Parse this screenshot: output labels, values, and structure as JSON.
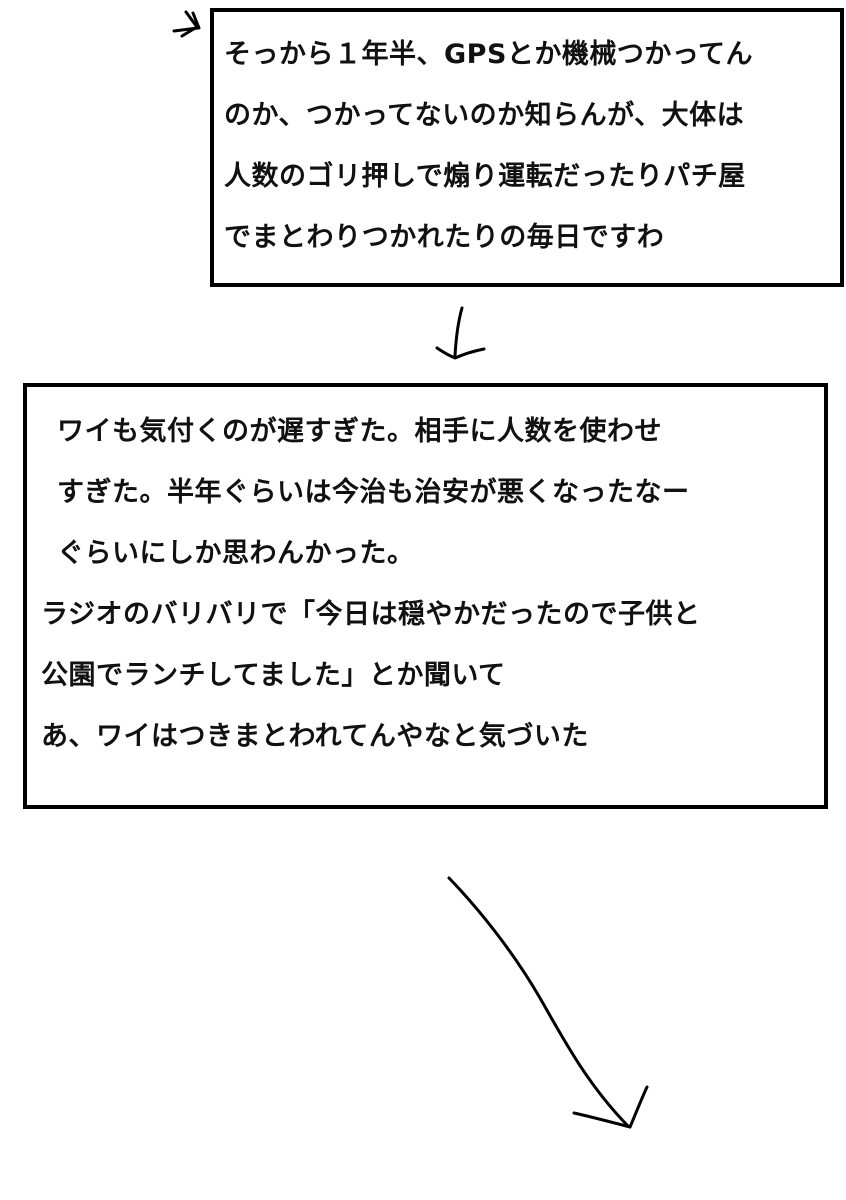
{
  "panels": [
    {
      "lines": [
        "そっから１年半、GPSとか機械つかってん",
        "のか、つかってないのか知らんが、大体は",
        "人数のゴリ押しで煽り運転だったりパチ屋",
        "でまとわりつかれたりの毎日ですわ"
      ]
    },
    {
      "lines": [
        "ワイも気付くのが遅すぎた。相手に人数を使わせ",
        "すぎた。半年ぐらいは今治も治安が悪くなったなー",
        "ぐらいにしか思わんかった。",
        "ラジオのバリバリで「今日は穏やかだったので子供と",
        "公園でランチしてました」とか聞いて",
        "あ、ワイはつきまとわれてんやなと気づいた"
      ]
    }
  ],
  "arrows": [
    {
      "name": "hand-drawn-arrow-into-panel-1-icon"
    },
    {
      "name": "hand-drawn-arrow-down-icon"
    },
    {
      "name": "hand-drawn-arrow-down-right-icon"
    }
  ]
}
